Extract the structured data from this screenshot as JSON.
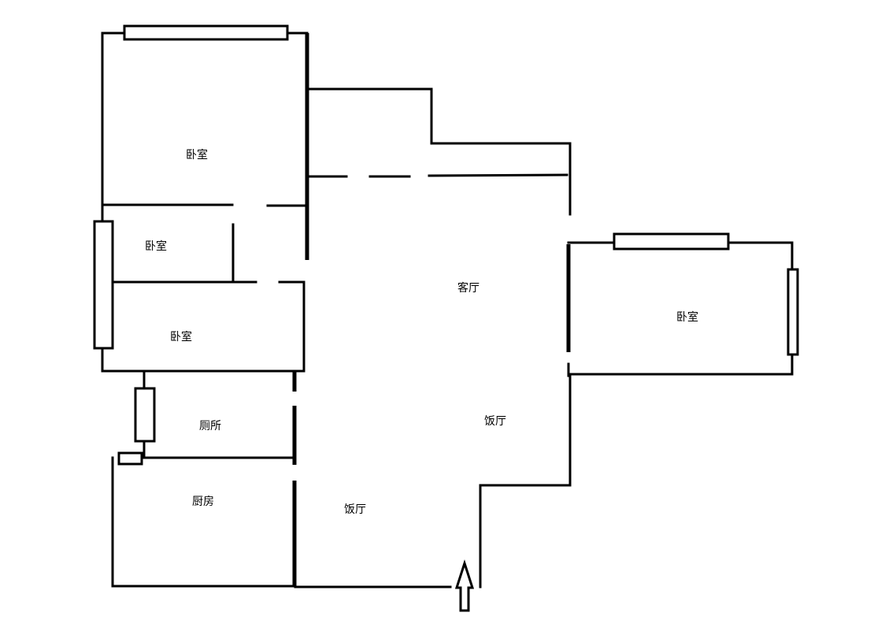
{
  "plan": {
    "rooms": {
      "bedroom_top_left": "卧室",
      "bedroom_middle_small": "卧室",
      "bedroom_lower_left": "卧室",
      "bedroom_right": "卧室",
      "living_room": "客厅",
      "dining_room_right": "饭厅",
      "dining_room_bottom": "饭厅",
      "toilet": "厕所",
      "kitchen": "厨房"
    },
    "wall_color": "#000000",
    "background_color": "#ffffff"
  }
}
